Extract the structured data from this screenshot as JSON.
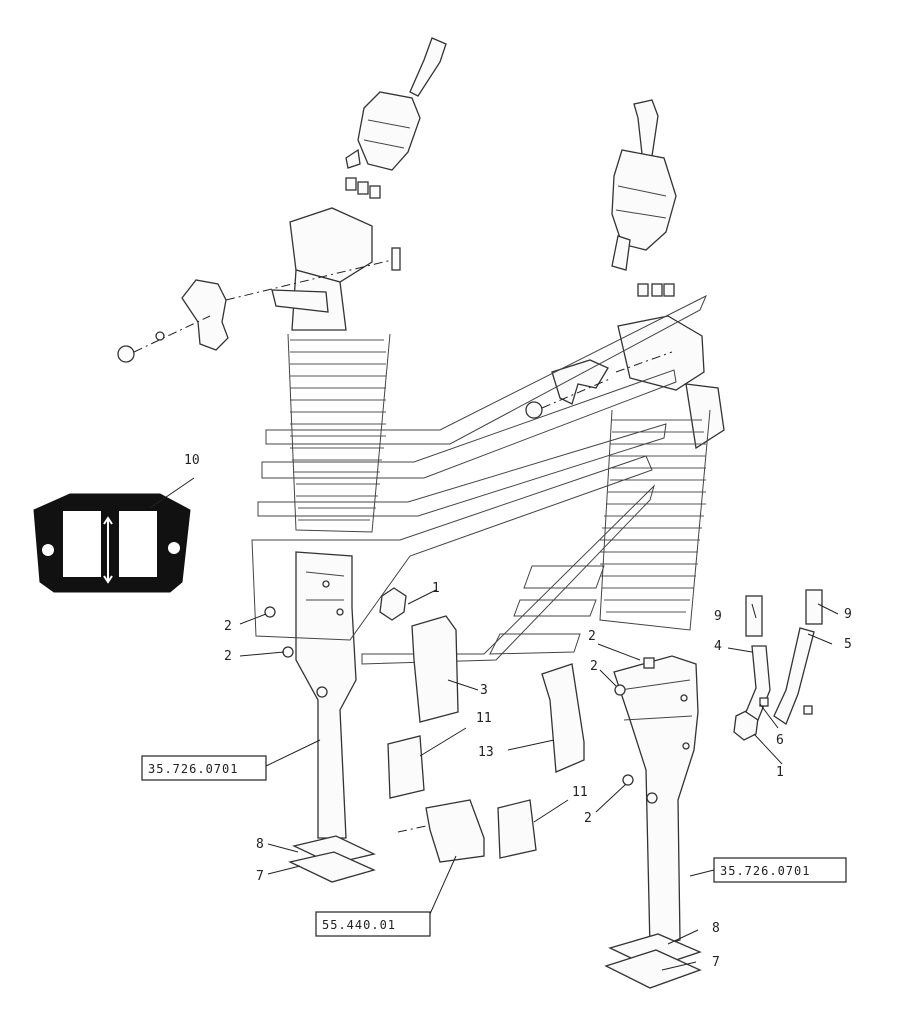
{
  "callouts": {
    "c10": "10",
    "c1a": "1",
    "c1b": "1",
    "c2a": "2",
    "c2b": "2",
    "c2c": "2",
    "c2d": "2",
    "c2e": "2",
    "c3": "3",
    "c4": "4",
    "c5": "5",
    "c6": "6",
    "c7a": "7",
    "c7b": "7",
    "c8a": "8",
    "c8b": "8",
    "c9a": "9",
    "c9b": "9",
    "c11a": "11",
    "c11b": "11",
    "c13": "13"
  },
  "references": {
    "ref_left": "35.726.0701",
    "ref_right": "35.726.0701",
    "ref_bottom": "55.440.01"
  }
}
